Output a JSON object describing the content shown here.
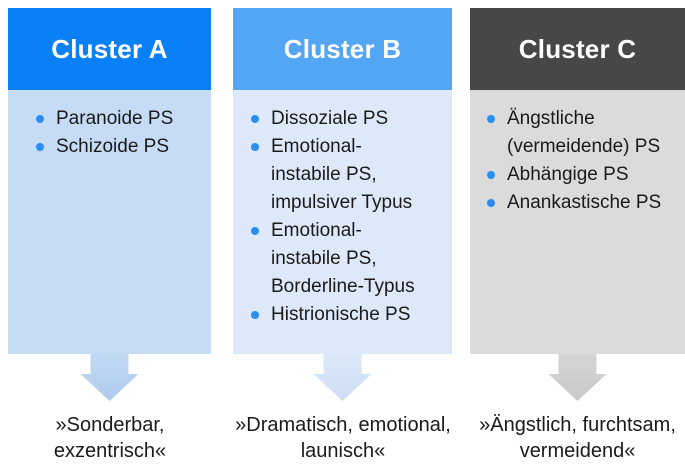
{
  "diagram": {
    "title_color": "#ffffff",
    "text_color": "#1a1a1a",
    "bullet_color": "#2b8cf0",
    "columns": [
      {
        "title": "Cluster A",
        "header_bg": "#0a80f6",
        "body_bg": "#c6dcf6",
        "arrow_color": "#b9d3f2",
        "items": [
          "Paranoide PS",
          "Schizoide PS"
        ],
        "caption": "»Sonderbar, exzentrisch«"
      },
      {
        "title": "Cluster B",
        "header_bg": "#53a6f3",
        "body_bg": "#dde9f9",
        "arrow_color": "#d3e3f6",
        "items": [
          "Dissoziale PS",
          "Emotional-instabile PS, impulsiver Typus",
          "Emotional-instabile PS, Borderline-Typus",
          "Histrionische PS"
        ],
        "caption": "»Dramatisch, emotional, launisch«"
      },
      {
        "title": "Cluster C",
        "header_bg": "#474747",
        "body_bg": "#dbdbdb",
        "arrow_color": "#d0d0d0",
        "items": [
          "Ängstliche (vermeidende) PS",
          "Abhängige PS",
          "Anankastische PS"
        ],
        "caption": "»Ängstlich, furchtsam, vermeidend«"
      }
    ]
  }
}
